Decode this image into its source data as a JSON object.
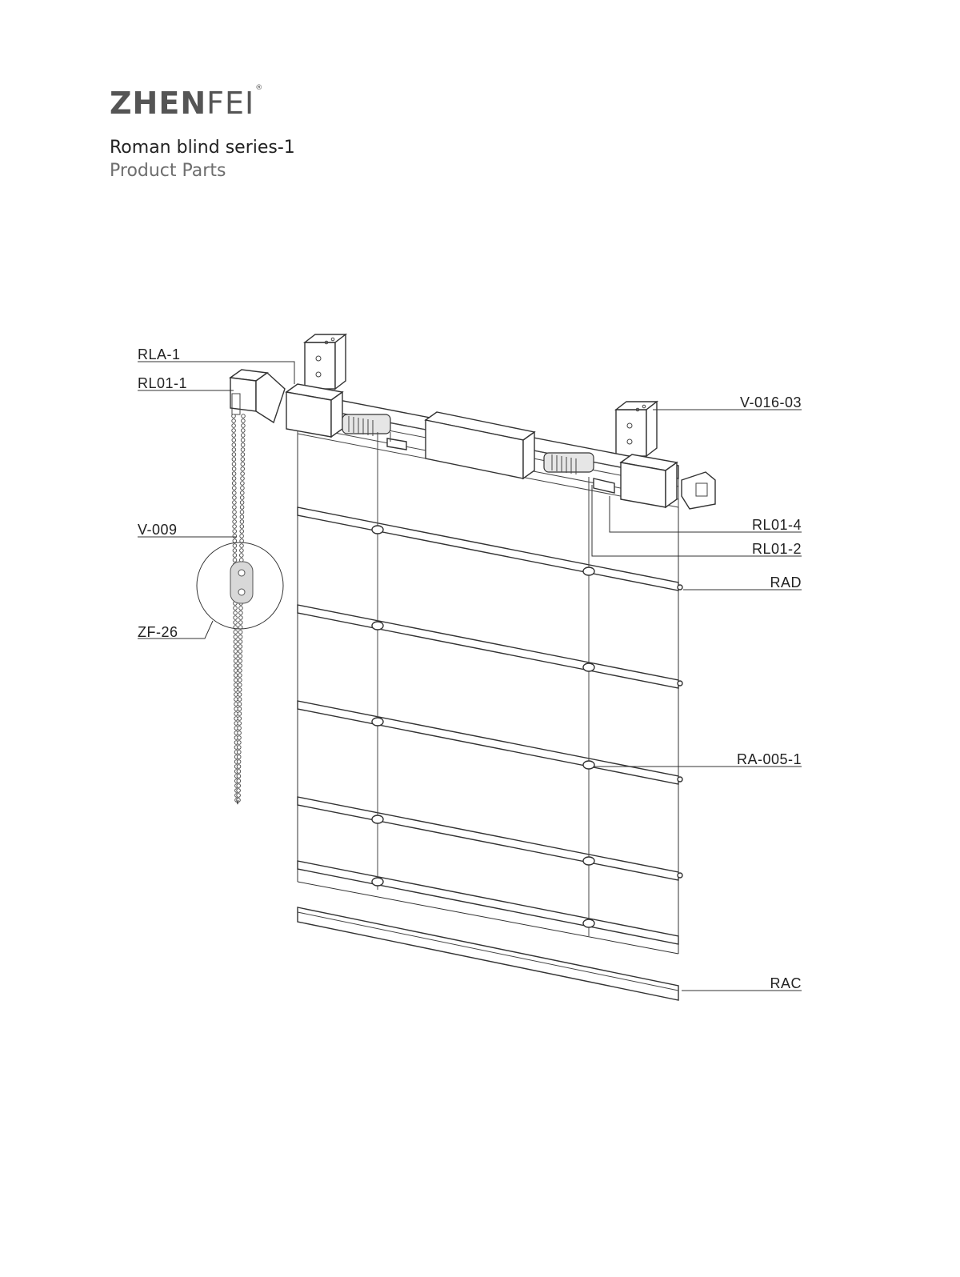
{
  "brand": {
    "bold": "ZHEN",
    "light": "FEI",
    "mark": "®"
  },
  "title": "Roman blind series-1",
  "subtitle": "Product Parts",
  "labels": {
    "rla_1": "RLA-1",
    "rl01_1": "RL01-1",
    "v_009": "V-009",
    "zf_26": "ZF-26",
    "v_016_03": "V-016-03",
    "rl01_4": "RL01-4",
    "rl01_2": "RL01-2",
    "rad": "RAD",
    "ra_005_1": "RA-005-1",
    "rac": "RAC"
  }
}
